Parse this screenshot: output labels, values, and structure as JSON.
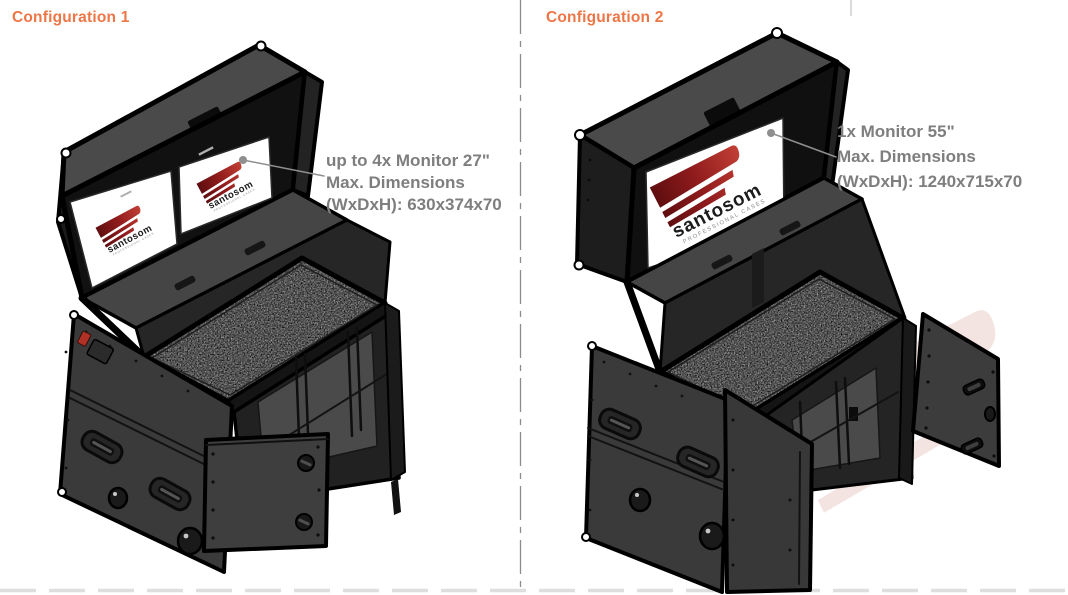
{
  "config1": {
    "title": "Configuration 1",
    "annotation": {
      "line1": "up to 4x Monitor 27\"",
      "line2": "Max. Dimensions",
      "line3": "(WxDxH): 630x374x70"
    },
    "monitor_screens": 2
  },
  "config2": {
    "title": "Configuration 2",
    "annotation": {
      "line1": "1x Monitor 55\"",
      "line2": "Max. Dimensions",
      "line3": "(WxDxH): 1240x715x70"
    },
    "monitor_screens": 1
  },
  "brand": {
    "logo_text": "santosom",
    "logo_tagline": "PROFESSIONAL CASES"
  },
  "colors": {
    "title_orange": "#ED7646",
    "annotation_gray": "#7E7E7E",
    "logo_red_dark": "#5F0E10",
    "logo_red_mid": "#8F1B1C",
    "logo_red_bright": "#C44136",
    "case_outline": "#000000",
    "case_panel": "#3C3C3C",
    "desk_gray": "#969696",
    "watermark_pink": "#B44536",
    "leader_gray": "#8F8F8F",
    "divider_gray": "#8C8C8C",
    "bottom_border_gray": "#DEDEDE"
  }
}
